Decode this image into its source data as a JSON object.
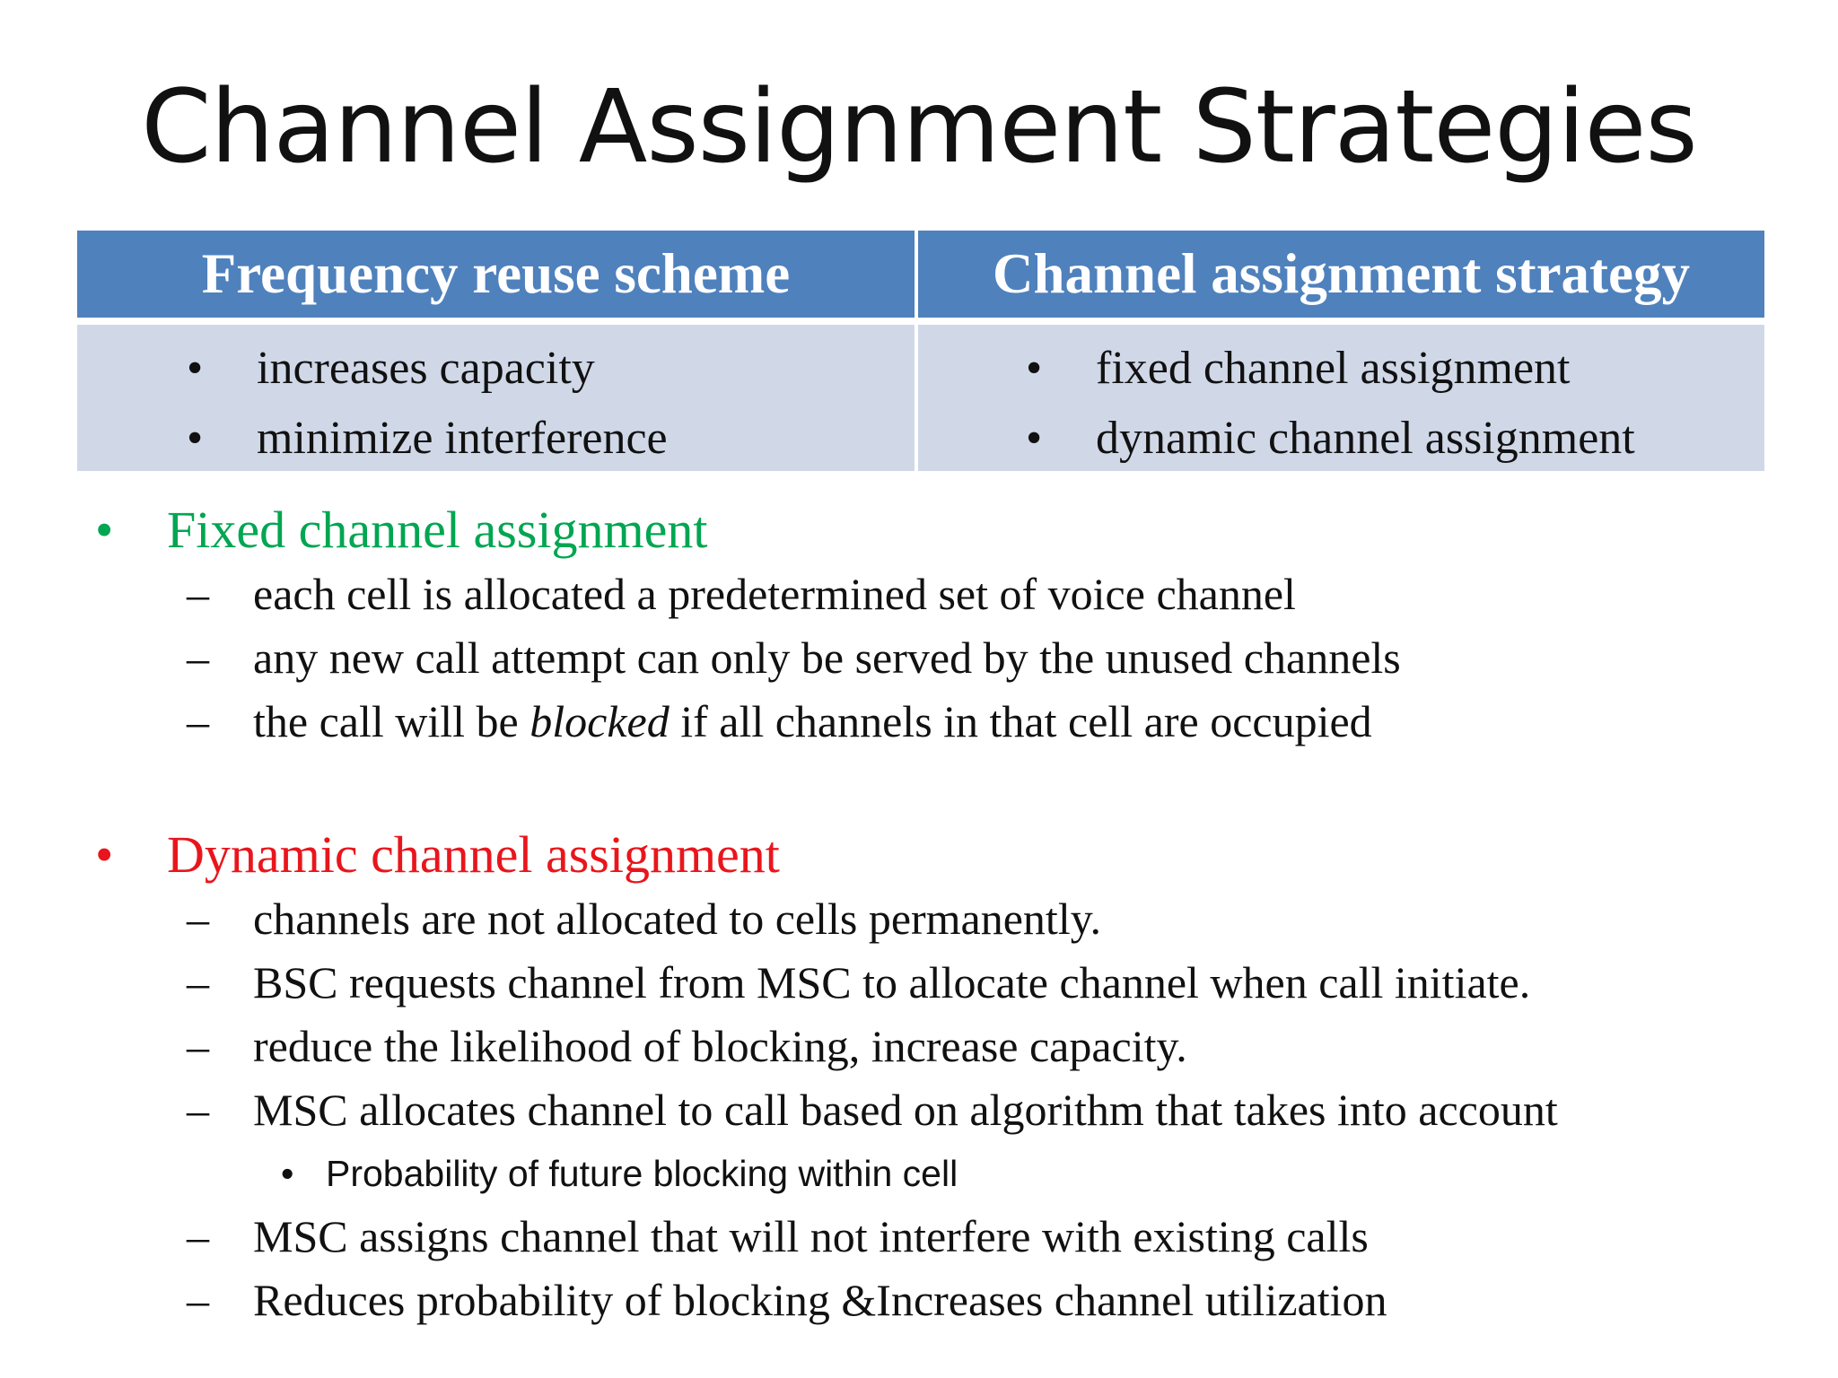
{
  "title": "Channel Assignment Strategies",
  "table": {
    "headers": [
      "Frequency reuse scheme",
      "Channel assignment strategy"
    ],
    "left_items": [
      "increases capacity",
      "minimize interference"
    ],
    "right_items": [
      "fixed channel assignment",
      "dynamic channel assignment"
    ],
    "bullet": "•"
  },
  "fixed": {
    "heading": "Fixed channel assignment",
    "color": "#00a651",
    "items": [
      "each cell is allocated a predetermined set of voice channel",
      "any new call attempt can only be served by the unused channels"
    ],
    "blocked_item": {
      "before": "the call will be ",
      "emphasis": "blocked",
      "after": " if all channels in that cell are occupied"
    }
  },
  "dynamic": {
    "heading": "Dynamic channel assignment",
    "color": "#e8161c",
    "items": [
      "channels are not allocated to cells permanently.",
      "BSC requests channel from MSC to allocate channel when call initiate.",
      "reduce the likelihood of blocking, increase capacity.",
      "MSC allocates channel to call based on algorithm that takes into account"
    ],
    "sub_item": "Probability of future blocking within cell",
    "items_after": [
      "MSC assigns channel that will not interfere with existing calls",
      "Reduces probability of blocking &Increases channel utilization"
    ]
  },
  "dash": "–",
  "colors": {
    "header_blue": "#4f81bd",
    "cell_blue": "#d0d8e8"
  }
}
